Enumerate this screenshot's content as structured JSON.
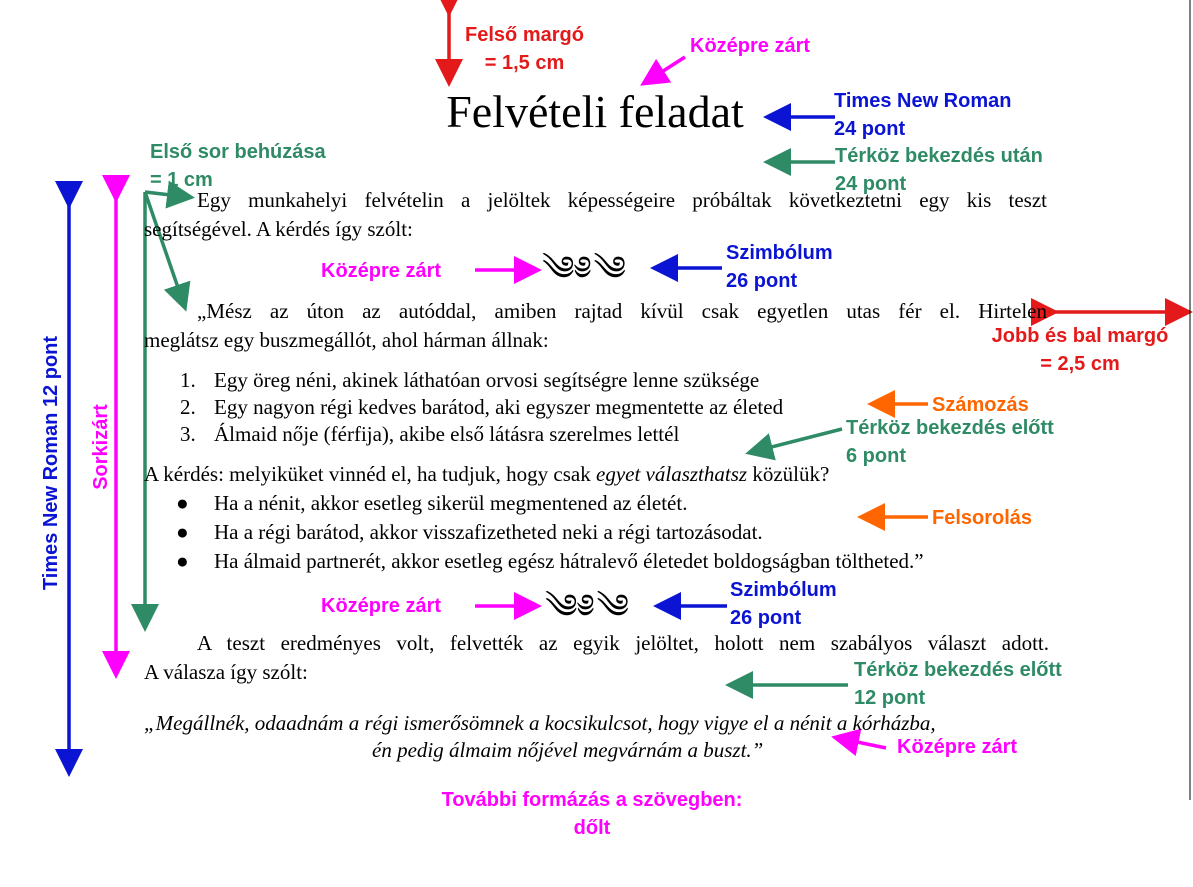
{
  "colors": {
    "red": "#e41a1a",
    "magenta": "#ff00ff",
    "blue": "#0a14d2",
    "green": "#2e8b66",
    "orange": "#ff6600"
  },
  "document": {
    "title": "Felvételi feladat",
    "para1": [
      "Egy munkahelyi felvételin a jelöltek képességeire próbáltak következtetni egy kis teszt",
      "segítségével. A kérdés így szólt:"
    ],
    "symbol": "༄༅༄",
    "para2": [
      "„Mész az úton az autóddal, amiben rajtad kívül csak egyetlen utas fér el. Hirtelen",
      "meglátsz egy buszmegállót, ahol hárman állnak:"
    ],
    "numbered": [
      {
        "num": "1.",
        "text": "Egy öreg néni, akinek láthatóan orvosi segítségre lenne szüksége"
      },
      {
        "num": "2.",
        "text": "Egy nagyon régi kedves barátod, aki egyszer megmentette az életed"
      },
      {
        "num": "3.",
        "text": "Álmaid nője (férfija), akibe első látásra szerelmes lettél"
      }
    ],
    "question_pre": "A kérdés: melyiküket vinnéd el, ha tudjuk, hogy csak ",
    "question_italic": "egyet választhatsz",
    "question_post": " közülük?",
    "bullets": [
      "Ha a nénit, akkor esetleg sikerül megmentened az életét.",
      "Ha a régi barátod, akkor visszafizetheted neki a régi tartozásodat.",
      "Ha álmaid partnerét, akkor esetleg egész hátralevő életedet boldogságban töltheted.”"
    ],
    "para3": [
      "A teszt eredményes volt, felvették az egyik jelöltet, holott nem szabályos választ adott.",
      "A válasza így szólt:"
    ],
    "quote": [
      "„Megállnék, odaadnám a régi ismerősömnek a kocsikulcsot, hogy vigye el a nénit a kórházba,",
      "én pedig álmaim nőjével megvárnám a buszt.”"
    ]
  },
  "annotations": {
    "top_margin": [
      "Felső margó",
      "= 1,5 cm"
    ],
    "center1": "Középre zárt",
    "title_font": [
      "Times New Roman",
      "24 pont"
    ],
    "first_indent": [
      "Első sor behúzása",
      "= 1 cm"
    ],
    "spacing_after": [
      "Térköz bekezdés után",
      "24 pont"
    ],
    "center2": "Középre zárt",
    "symbol1": [
      "Szimbólum",
      "26 pont"
    ],
    "side_margin": [
      "Jobb és bal margó",
      "= 2,5 cm"
    ],
    "numbering": "Számozás",
    "spacing_before6": [
      "Térköz bekezdés előtt",
      "6 pont"
    ],
    "bullets_label": "Felsorolás",
    "center3": "Középre zárt",
    "symbol2": [
      "Szimbólum",
      "26 pont"
    ],
    "spacing_before12": [
      "Térköz bekezdés előtt",
      "12 pont"
    ],
    "center4": "Középre zárt",
    "more_format": [
      "További formázás a szövegben:",
      "dőlt"
    ],
    "font_vertical": "Times New Roman 12 pont",
    "justified_vertical": "Sorkizárt"
  }
}
